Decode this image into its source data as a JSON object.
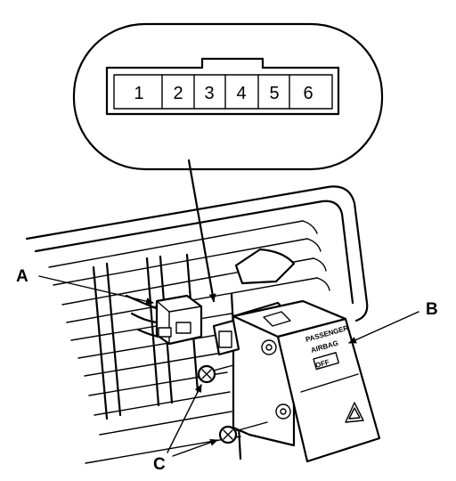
{
  "connector": {
    "pins": [
      "1",
      "2",
      "3",
      "4",
      "5",
      "6"
    ]
  },
  "callouts": {
    "a": "A",
    "b": "B",
    "c": "C"
  },
  "switch_panel": {
    "line1": "PASSENGER",
    "line2": "AIRBAG",
    "indicator": "OFF"
  }
}
